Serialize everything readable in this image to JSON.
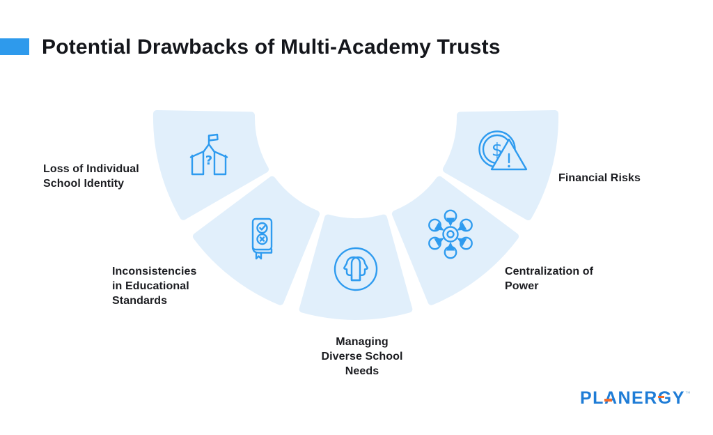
{
  "title": "Potential Drawbacks of Multi-Academy Trusts",
  "items": [
    {
      "label": "Loss of Individual\nSchool Identity",
      "icon": "school-question-icon"
    },
    {
      "label": "Inconsistencies\nin Educational\nStandards",
      "icon": "book-check-x-icon"
    },
    {
      "label": "Managing\nDiverse School\nNeeds",
      "icon": "dual-heads-icon"
    },
    {
      "label": "Centralization of\nPower",
      "icon": "hub-centralization-icon"
    },
    {
      "label": "Financial Risks",
      "icon": "coin-warning-icon"
    }
  ],
  "glyphs": {
    "question_mark": "?",
    "dollar": "$"
  },
  "logo": {
    "text": "PLANERGY",
    "tm": "™"
  },
  "colors": {
    "accent_blue": "#2E9AEC",
    "icon_blue": "#2E9BEF",
    "wedge_background": "#E1EFFB",
    "title_color": "#14161B",
    "label_color": "#1B1C20",
    "logo_blue": "#1E7CD6",
    "logo_orange": "#F26B2A"
  }
}
